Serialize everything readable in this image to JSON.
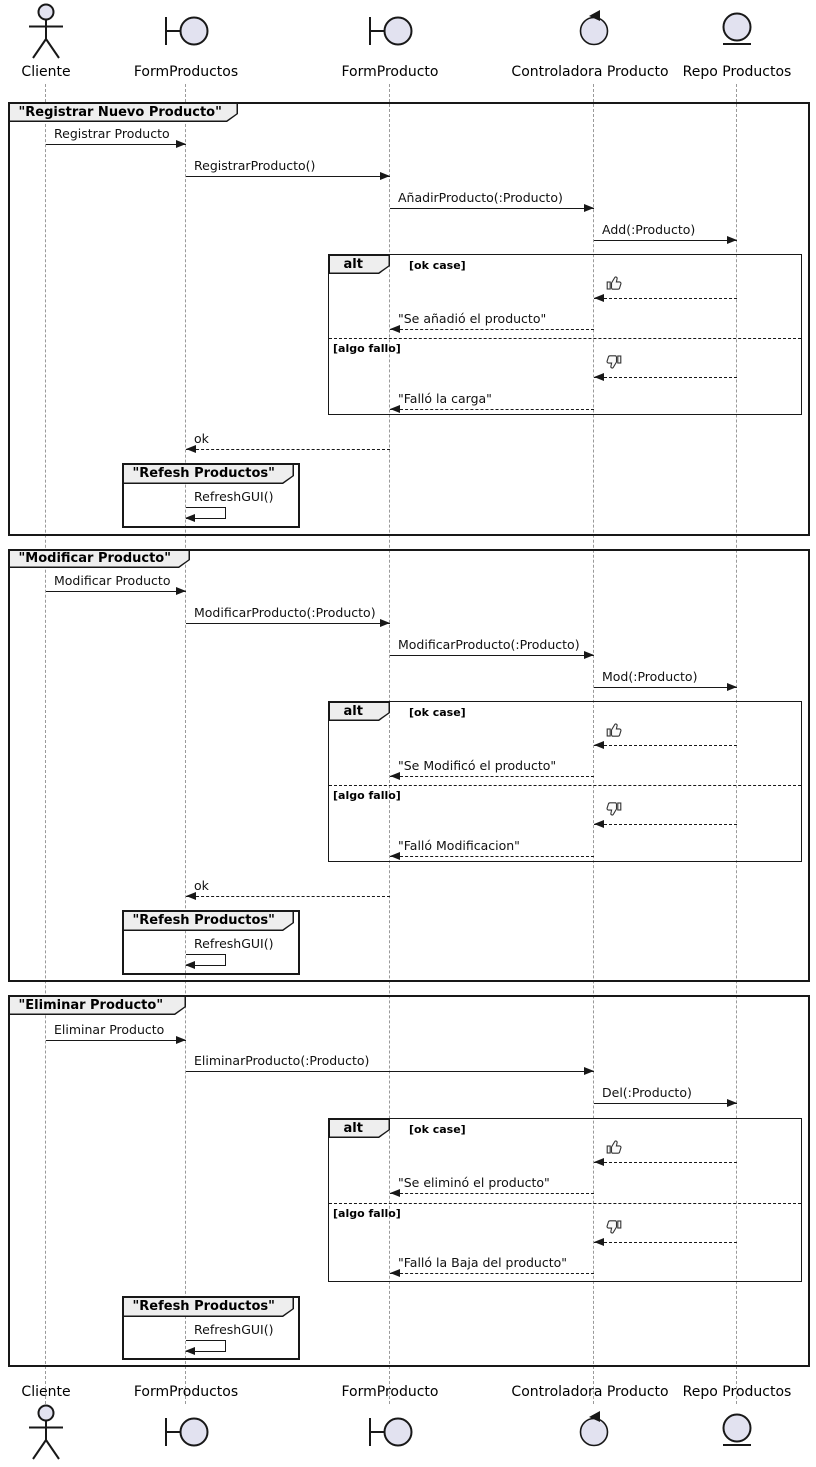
{
  "participants": [
    {
      "name": "Cliente",
      "type": "actor"
    },
    {
      "name": "FormProductos",
      "type": "boundary"
    },
    {
      "name": "FormProducto",
      "type": "boundary"
    },
    {
      "name": "Controladora Producto",
      "type": "control"
    },
    {
      "name": "Repo Productos",
      "type": "entity"
    }
  ],
  "colors": {
    "participant_fill": "#E2E2F0",
    "frame_header_fill": "#EEEEEE",
    "line_color": "#181818",
    "lifeline_color": "#9A9A9A"
  },
  "icons": {
    "ok_result": "thumbs-up",
    "fail_result": "thumbs-down"
  },
  "frames": [
    {
      "title": "\"Registrar Nuevo Producto\"",
      "alt": {
        "operator": "alt",
        "guard_ok": "[ok case]",
        "guard_fail": "[algo fallo]"
      },
      "inner_title": "\"Refesh Productos\"",
      "messages": {
        "m1": "Registrar Producto",
        "m2": "RegistrarProducto()",
        "m3": "AñadirProducto(:Producto)",
        "m4": "Add(:Producto)",
        "ok_reply": "\"Se añadió el producto\"",
        "fail_reply": "\"Falló la carga\"",
        "return_ok": "ok",
        "self_call": "RefreshGUI()"
      }
    },
    {
      "title": "\"Modificar Producto\"",
      "alt": {
        "operator": "alt",
        "guard_ok": "[ok case]",
        "guard_fail": "[algo fallo]"
      },
      "inner_title": "\"Refesh Productos\"",
      "messages": {
        "m1": "Modificar Producto",
        "m2": "ModificarProducto(:Producto)",
        "m3": "ModificarProducto(:Producto)",
        "m4": "Mod(:Producto)",
        "ok_reply": "\"Se Modificó el producto\"",
        "fail_reply": "\"Falló Modificacion\"",
        "return_ok": "ok",
        "self_call": "RefreshGUI()"
      }
    },
    {
      "title": "\"Eliminar Producto\"",
      "alt": {
        "operator": "alt",
        "guard_ok": "[ok case]",
        "guard_fail": "[algo fallo]"
      },
      "inner_title": "\"Refesh Productos\"",
      "messages": {
        "m1": "Eliminar Producto",
        "m2": "EliminarProducto(:Producto)",
        "m3": "Del(:Producto)",
        "ok_reply": "\"Se eliminó el producto\"",
        "fail_reply": "\"Falló la Baja del producto\"",
        "self_call": "RefreshGUI()"
      }
    }
  ]
}
